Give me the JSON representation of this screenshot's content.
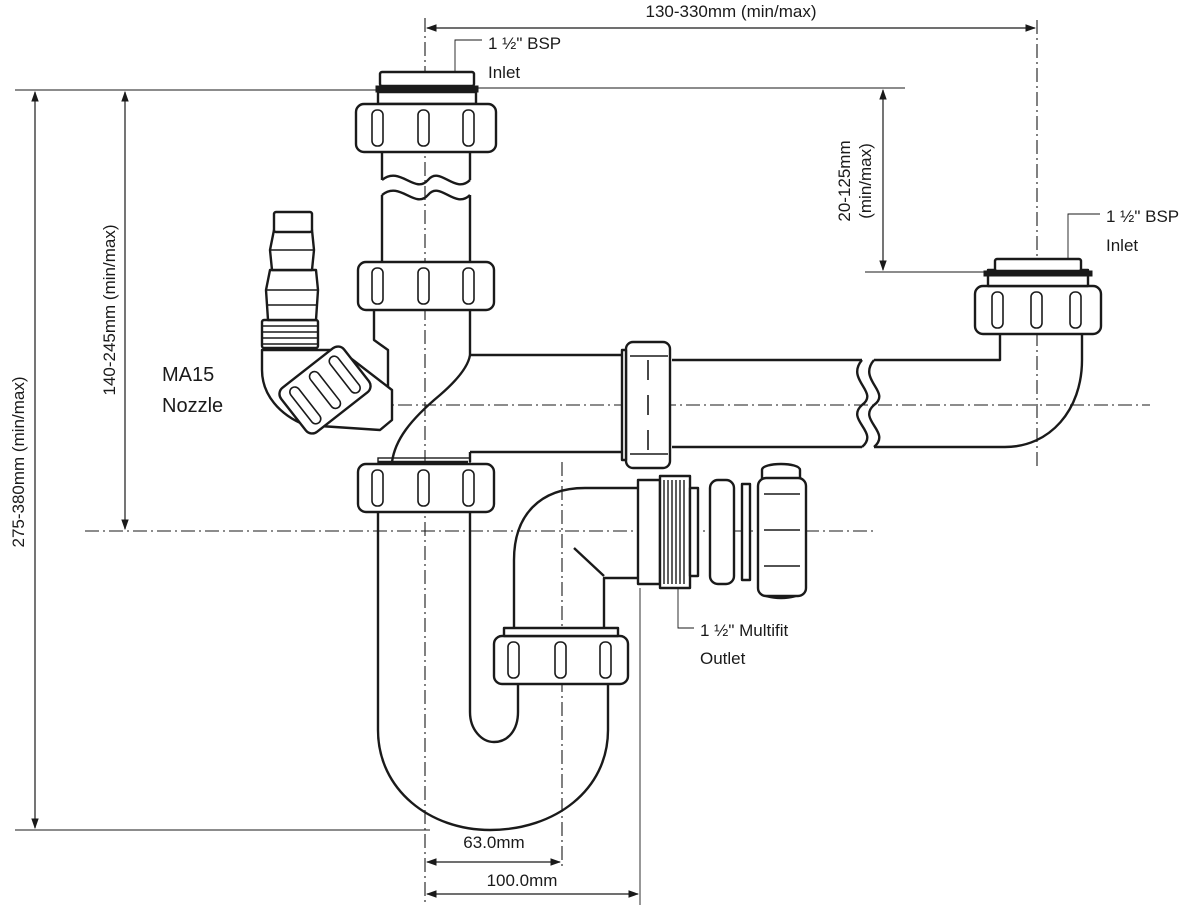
{
  "dimensions": {
    "top_width": "130-330mm (min/max)",
    "right_rise": "20-125mm",
    "right_rise_sub": "(min/max)",
    "left_mid_height": "140-245mm (min/max)",
    "left_total_height": "275-380mm (min/max)",
    "bottom_inner": "63.0mm",
    "bottom_outer": "100.0mm"
  },
  "callouts": {
    "inlet_main_line1": "1 ½\" BSP",
    "inlet_main_line2": "Inlet",
    "inlet_side_line1": "1 ½\" BSP",
    "inlet_side_line2": "Inlet",
    "nozzle_line1": "MA15",
    "nozzle_line2": "Nozzle",
    "outlet_line1": "1 ½\" Multifit",
    "outlet_line2": "Outlet"
  }
}
